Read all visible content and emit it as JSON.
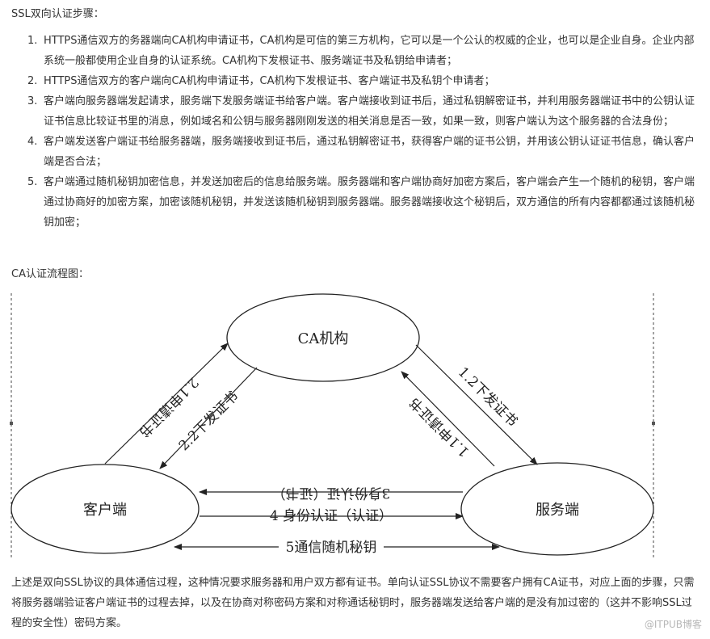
{
  "heading": "SSL双向认证步骤：",
  "steps": [
    {
      "num": "1.",
      "text": "HTTPS通信双方的务器端向CA机构申请证书，CA机构是可信的第三方机构，它可以是一个公认的权威的企业，也可以是企业自身。企业内部系统一般都使用企业自身的认证系统。CA机构下发根证书、服务端证书及私钥给申请者；"
    },
    {
      "num": "2.",
      "text": "HTTPS通信双方的客户端向CA机构申请证书，CA机构下发根证书、客户端证书及私钥个申请者；"
    },
    {
      "num": "3.",
      "text": "客户端向服务器端发起请求，服务端下发服务端证书给客户端。客户端接收到证书后，通过私钥解密证书，并利用服务器端证书中的公钥认证证书信息比较证书里的消息，例如域名和公钥与服务器刚刚发送的相关消息是否一致，如果一致，则客户端认为这个服务器的合法身份；"
    },
    {
      "num": "4.",
      "text": "客户端发送客户端证书给服务器端，服务端接收到证书后，通过私钥解密证书，获得客户端的证书公钥，并用该公钥认证证书信息，确认客户端是否合法；"
    },
    {
      "num": "5.",
      "text": "客户端通过随机秘钥加密信息，并发送加密后的信息给服务端。服务器端和客户端协商好加密方案后，客户端会产生一个随机的秘钥，客户端通过协商好的加密方案，加密该随机秘钥，并发送该随机秘钥到服务器端。服务器端接收这个秘钥后，双方通信的所有内容都都通过该随机秘钥加密；"
    }
  ],
  "ca_heading": "CA认证流程图：",
  "diagram": {
    "nodes": {
      "ca": "CA机构",
      "client": "客户端",
      "server": "服务端"
    },
    "edges": {
      "e21": "2.1申请证书",
      "e22": "2.2下发证书",
      "e12": "1.2下发证书",
      "e11": "1.1申请证书",
      "e3": "3身份认证（证书）",
      "e4": "4 身份认证（认证）",
      "e5": "5通信随机秘钥"
    },
    "line_color": "#222222"
  },
  "bottom_text": "上述是双向SSL协议的具体通信过程，这种情况要求服务器和用户双方都有证书。单向认证SSL协议不需要客户拥有CA证书，对应上面的步骤，只需将服务器端验证客户端证书的过程去掉，以及在协商对称密码方案和对称通话秘钥时，服务器端发送给客户端的是没有加过密的（这并不影响SSL过程的安全性）密码方案。",
  "watermark": "@ITPUB博客"
}
